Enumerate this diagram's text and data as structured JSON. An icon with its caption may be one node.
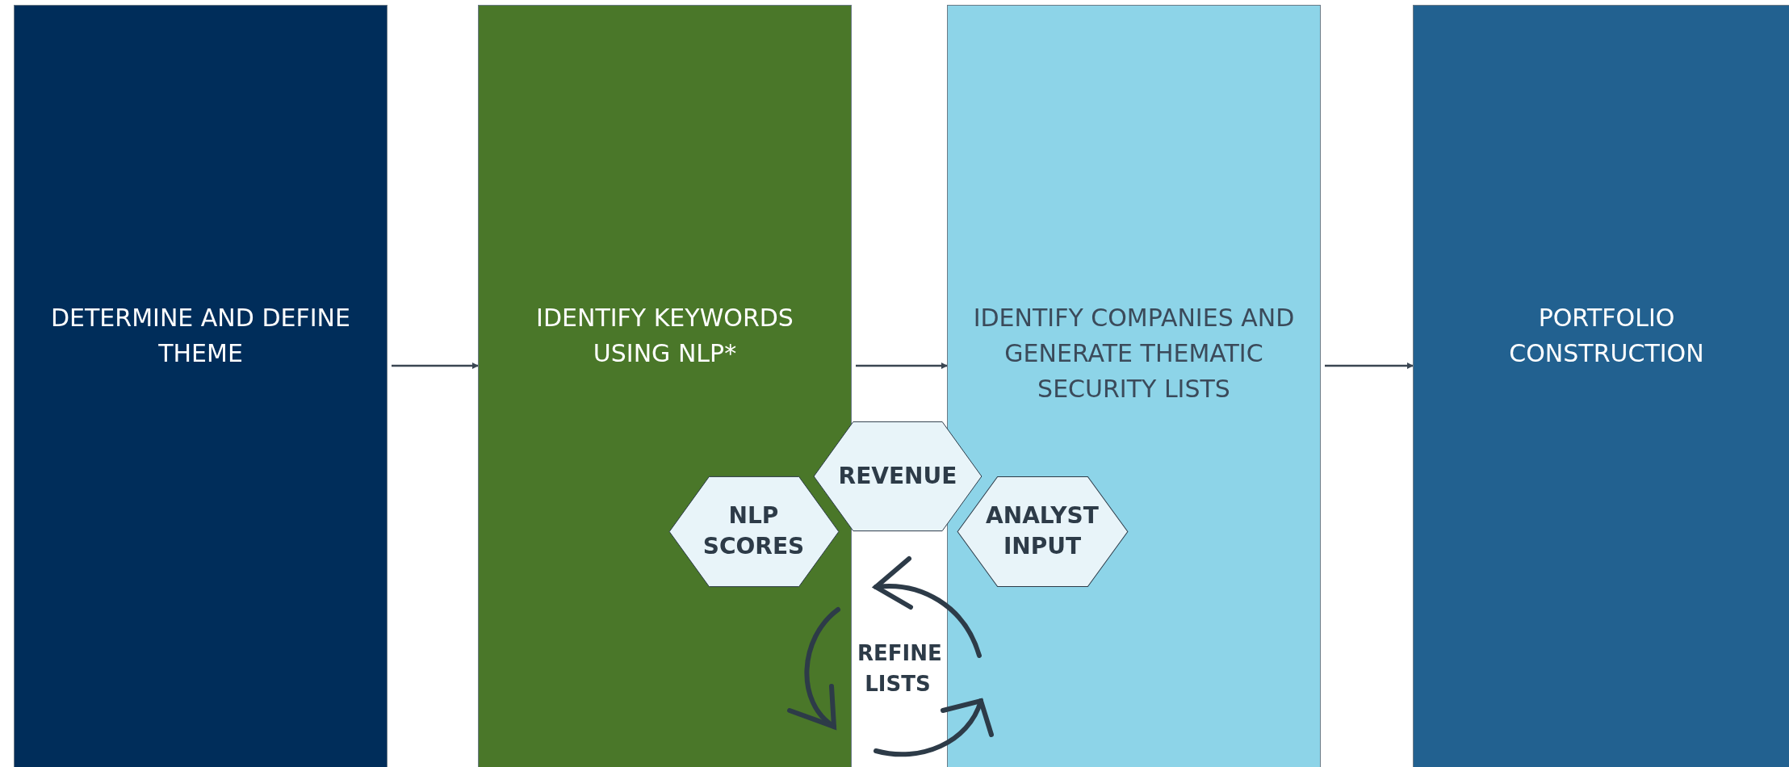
{
  "diagram": {
    "nodes": [
      {
        "text": [
          "DETERMINE AND DEFINE THEME"
        ]
      },
      {
        "text": [
          "IDENTIFY KEYWORDS USING NLP*"
        ]
      },
      {
        "text": [
          "IDENTIFY COMPANIES AND GENERATE THEMATIC SECURITY LISTS"
        ]
      },
      {
        "text": [
          "PORTFOLIO CONSTRUCTION"
        ]
      },
      {
        "text": [
          "NLP SCORES"
        ],
        "in": 1
      },
      {
        "text": [
          "REVENUE"
        ]
      },
      {
        "text": [
          "ANALYST INPUT"
        ],
        "in": 2
      }
    ],
    "edges": [
      {
        "from": 0,
        "to": 1,
        "arrow": "to"
      },
      {
        "from": 1,
        "to": 2,
        "arrow": "to"
      },
      {
        "from": 2,
        "to": 3,
        "arrow": "to"
      }
    ],
    "labels": [
      "REFINE LISTS"
    ]
  }
}
